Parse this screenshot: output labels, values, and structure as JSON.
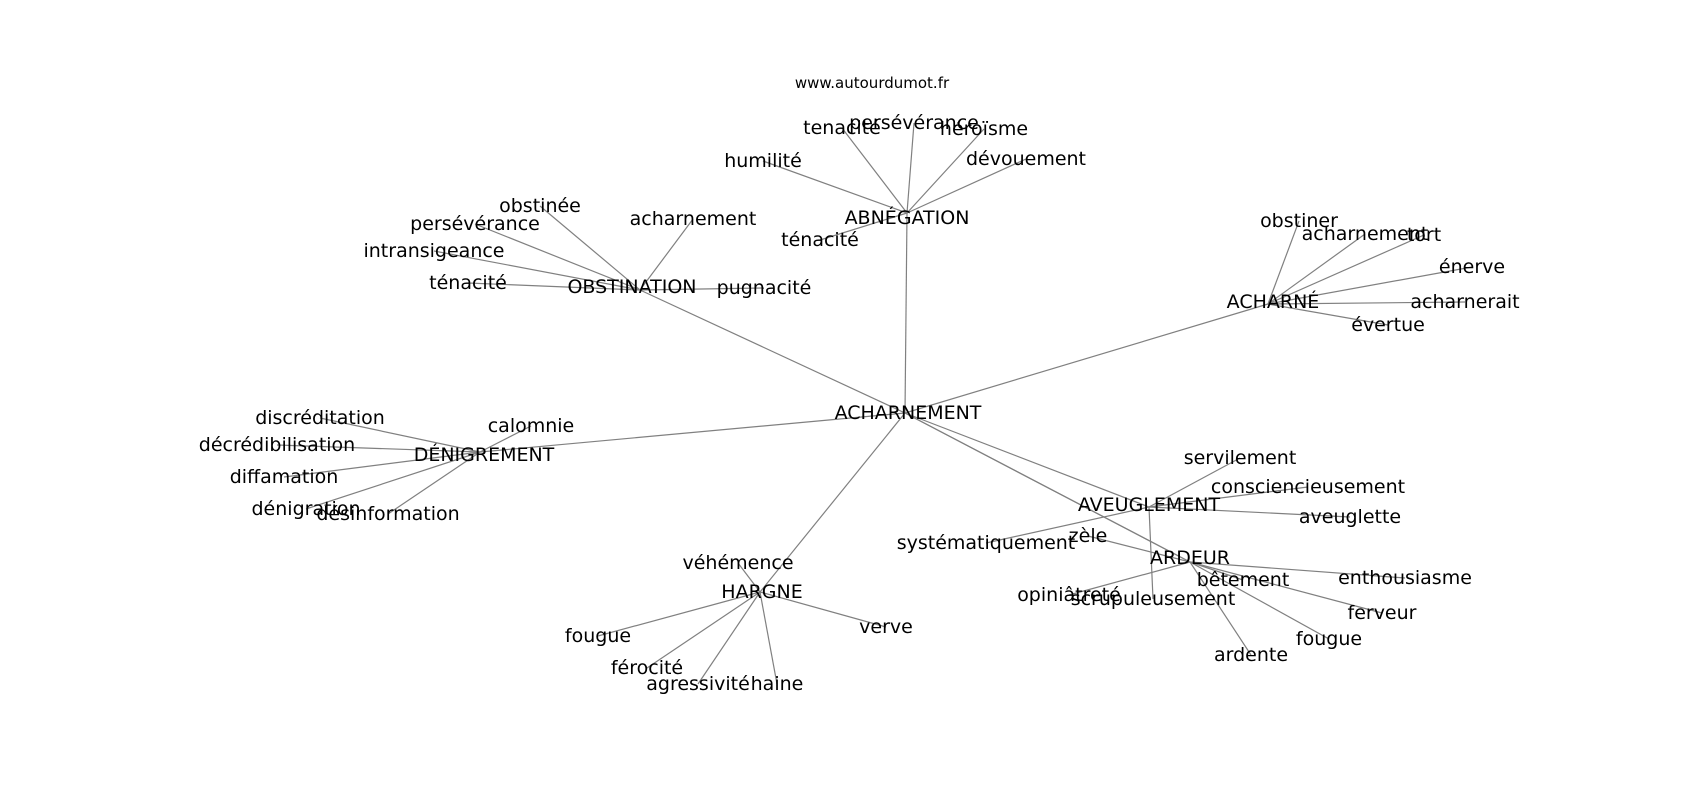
{
  "source": "www.autourdumot.fr",
  "center": "ACHARNEMENT",
  "hubs": [
    {
      "id": "obstination",
      "label": "OBSTINATION",
      "leaves": [
        "obstinée",
        "persévérance",
        "intransigeance",
        "ténacité",
        "acharnement",
        "pugnacité"
      ]
    },
    {
      "id": "abnegation",
      "label": "ABNÉGATION",
      "leaves": [
        "tenacité",
        "persévérance",
        "héroïsme",
        "humilité",
        "dévouement",
        "ténacité"
      ]
    },
    {
      "id": "acharne",
      "label": "ACHARNÉ",
      "leaves": [
        "obstiner",
        "acharnement",
        "tort",
        "énerve",
        "acharnerait",
        "évertue"
      ]
    },
    {
      "id": "denigrement",
      "label": "DÉNIGREMENT",
      "leaves": [
        "discréditation",
        "décrédibilisation",
        "calomnie",
        "diffamation",
        "dénigration",
        "désinformation"
      ]
    },
    {
      "id": "hargne",
      "label": "HARGNE",
      "leaves": [
        "véhémence",
        "fougue",
        "verve",
        "férocité",
        "agressivité",
        "haine"
      ]
    },
    {
      "id": "aveuglement",
      "label": "AVEUGLEMENT",
      "leaves": [
        "servilement",
        "consciencieusement",
        "aveuglette",
        "systématiquement",
        "scrupuleusement"
      ]
    },
    {
      "id": "ardeur",
      "label": "ARDEUR",
      "leaves": [
        "zèle",
        "opiniâtreté",
        "bêtement",
        "enthousiasme",
        "ferveur",
        "fougue",
        "ardente"
      ]
    }
  ]
}
